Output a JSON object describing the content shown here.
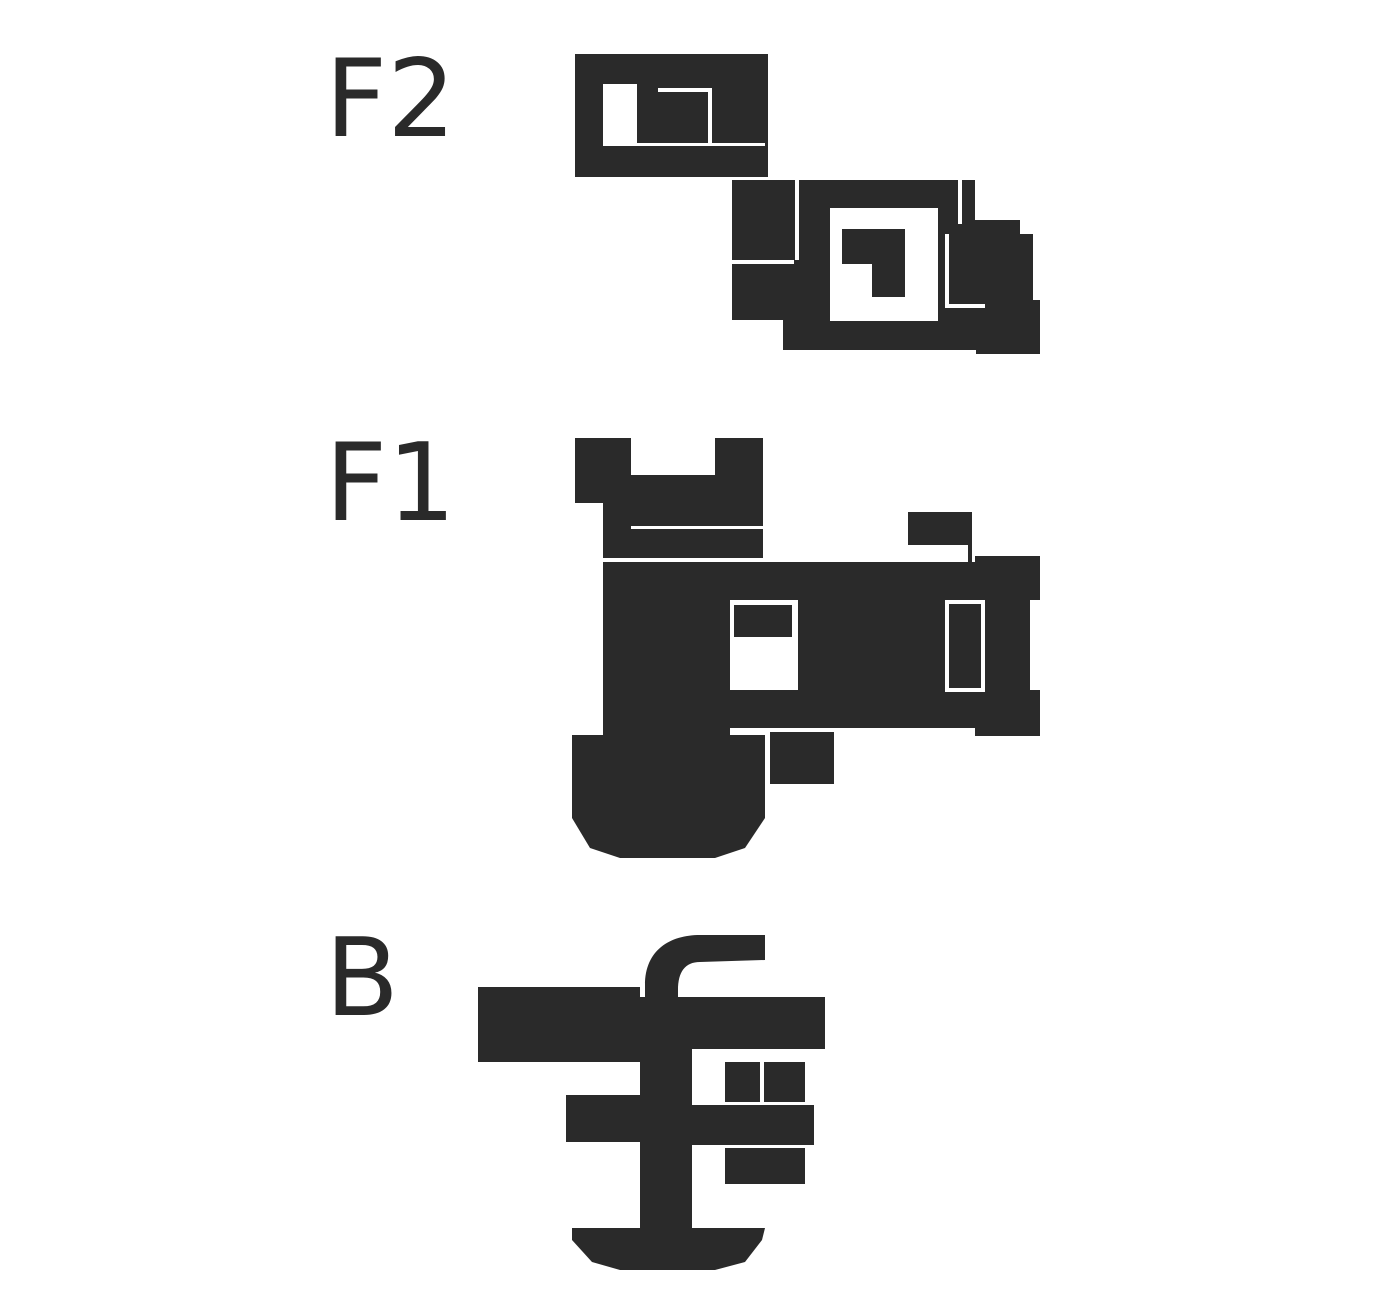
{
  "floors": [
    {
      "id": "f2",
      "label": "F2"
    },
    {
      "id": "f1",
      "label": "F1"
    },
    {
      "id": "b",
      "label": "B"
    }
  ],
  "colors": {
    "ink": "#2a2a2a",
    "background": "#ffffff"
  }
}
